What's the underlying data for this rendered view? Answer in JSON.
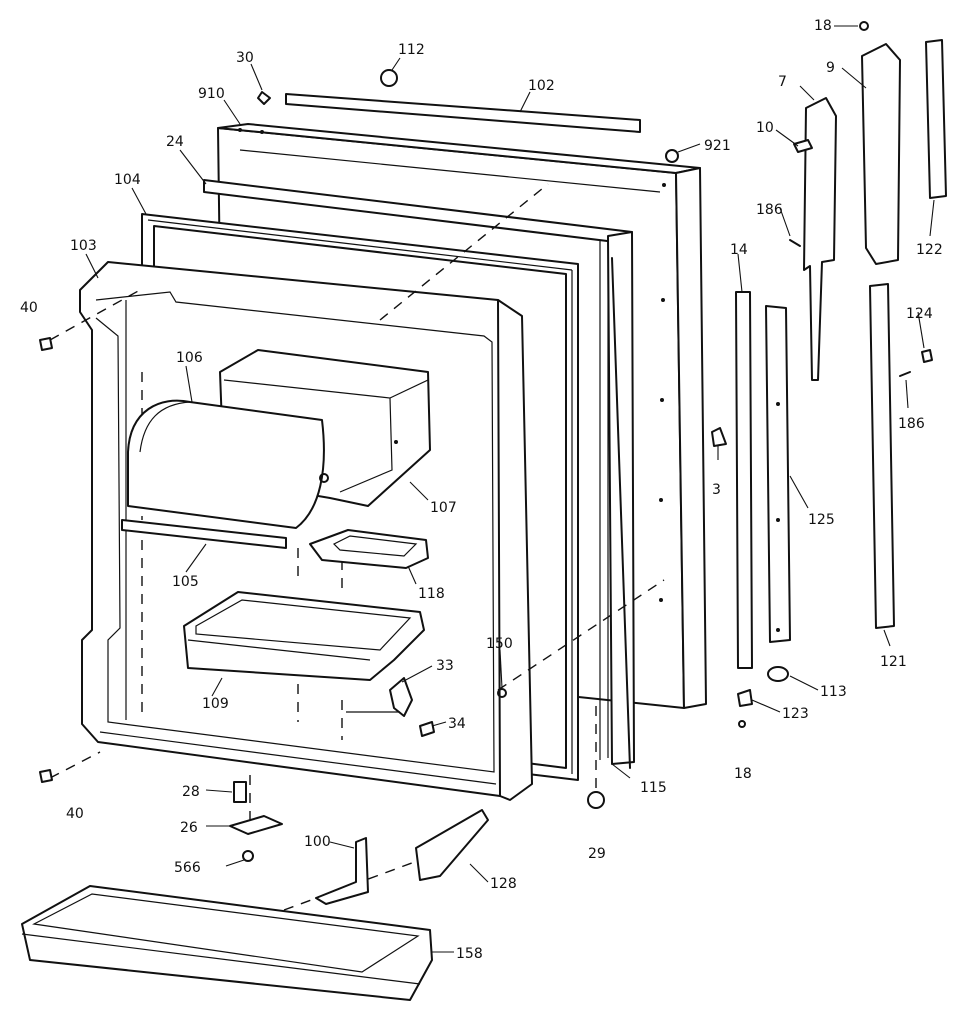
{
  "diagram": {
    "type": "exploded-parts-view",
    "callouts": {
      "p30": "30",
      "p112": "112",
      "p102": "102",
      "p910": "910",
      "p921": "921",
      "p24": "24",
      "p104": "104",
      "p103": "103",
      "p40a": "40",
      "p40b": "40",
      "p106": "106",
      "p107": "107",
      "p105": "105",
      "p118": "118",
      "p109": "109",
      "p33": "33",
      "p34": "34",
      "p150": "150",
      "p28": "28",
      "p26": "26",
      "p566": "566",
      "p100": "100",
      "p128": "128",
      "p158": "158",
      "p29": "29",
      "p115": "115",
      "p3": "3",
      "p14": "14",
      "p125": "125",
      "p113": "113",
      "p123": "123",
      "p18a": "18",
      "p18b": "18",
      "p7": "7",
      "p9": "9",
      "p10": "10",
      "p186a": "186",
      "p186b": "186",
      "p122": "122",
      "p124": "124",
      "p121": "121"
    }
  }
}
